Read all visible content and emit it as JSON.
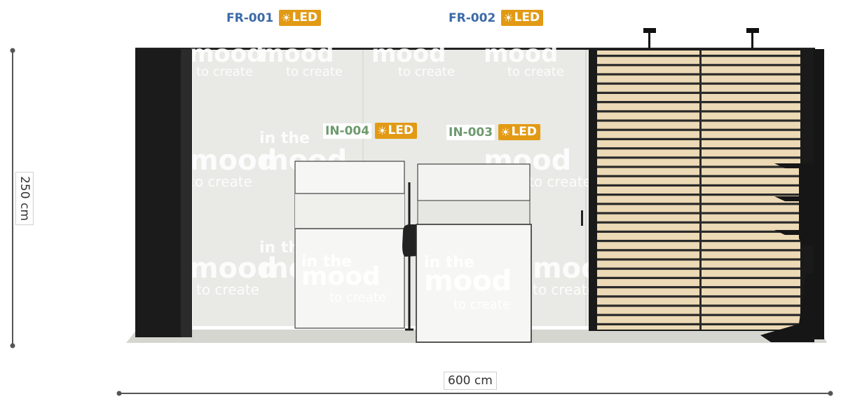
{
  "dimensions": {
    "height_label": "250 cm",
    "width_label": "600 cm"
  },
  "tags": [
    {
      "code": "FR-001",
      "led": "LED",
      "code_color": "#3b6aa8",
      "led_color": "#e29a14"
    },
    {
      "code": "FR-002",
      "led": "LED",
      "code_color": "#3b6aa8",
      "led_color": "#e29a14"
    },
    {
      "code": "IN-004",
      "led": "LED",
      "code_color": "#6e9a6e",
      "led_color": "#e29a14"
    },
    {
      "code": "IN-003",
      "led": "LED",
      "code_color": "#6e9a6e",
      "led_color": "#e29a14"
    }
  ],
  "watermark": {
    "line1": "in the",
    "line2": "mood",
    "line3": "to create"
  },
  "colors": {
    "wall": "#e9e9e5",
    "floor": "#d8d8d3",
    "black": "#1a1a1a",
    "slat_wood": "#ecd9b5",
    "slat_dark": "#2a2a2a",
    "counter": "#f4f4f2"
  }
}
